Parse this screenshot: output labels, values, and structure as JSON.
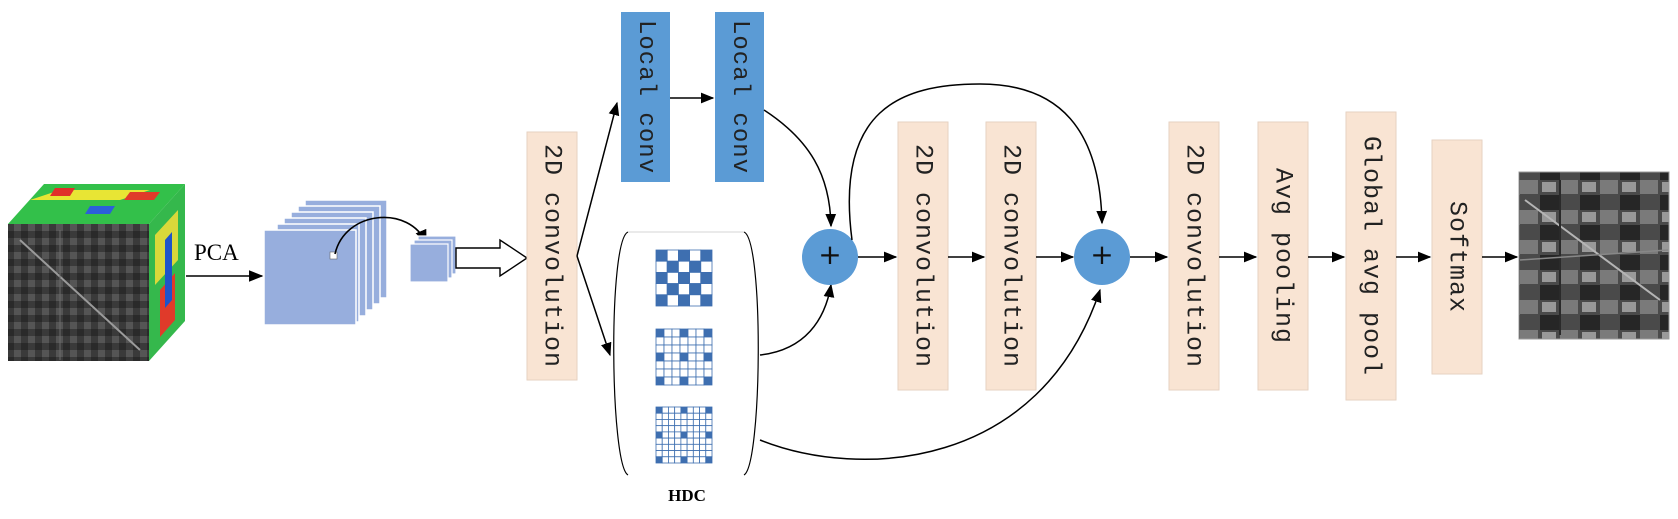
{
  "colors": {
    "block_peach": "#f9e4d3",
    "block_blue": "#5b9bd5",
    "feature_blue": "#97aedd",
    "add_circle": "#5b9bd5",
    "hdc_cell": "#3e6fb0",
    "arrow": "#000000"
  },
  "labels": {
    "pca": "PCA",
    "conv_first": "2D convolution",
    "local_conv_1": "Local conv",
    "local_conv_2": "Local conv",
    "add_1": "+",
    "add_2": "+",
    "conv_res_1": "2D convolution",
    "conv_res_2": "2D convolution",
    "conv_last": "2D convolution",
    "avg_pooling": "Avg pooling",
    "global_avg_pool": "Global avg pool",
    "softmax": "Softmax",
    "hdc": "HDC"
  },
  "icons": {
    "input": "hyperspectral-cube-icon",
    "output": "classification-map-icon"
  }
}
